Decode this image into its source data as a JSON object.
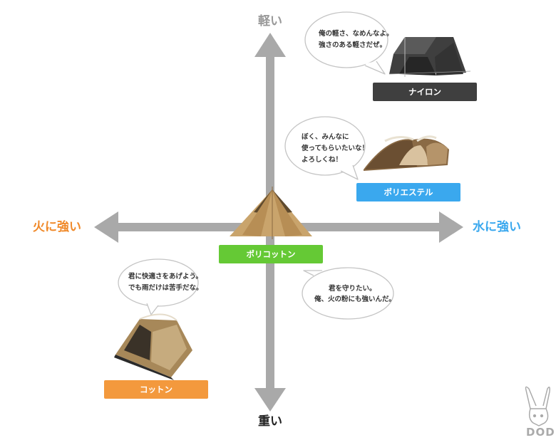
{
  "axes": {
    "light": "軽い",
    "heavy": "重い",
    "fire": "火に強い",
    "water": "水に強い"
  },
  "materials": [
    {
      "id": "nylon",
      "label": "ナイロン",
      "color": "#3f3f3f",
      "speech": [
        "俺の軽さ、なめんなよ。",
        "強さのある軽さだぜ。"
      ]
    },
    {
      "id": "polyester",
      "label": "ポリエステル",
      "color": "#3aa8ee",
      "speech": [
        "ぼく、みんなに",
        "使ってもらいたいな！",
        "よろしくね！"
      ]
    },
    {
      "id": "polycotton",
      "label": "ポリコットン",
      "color": "#65c935",
      "speech": [
        "君を守りたい。",
        "俺、火の粉にも強いんだ。"
      ]
    },
    {
      "id": "cotton",
      "label": "コットン",
      "color": "#f3993d",
      "speech": [
        "君に快適さをあげよう。",
        "でも雨だけは苦手だな。"
      ]
    }
  ],
  "colors": {
    "axis": "#a9a9a9",
    "light_label": "#999999",
    "heavy_label": "#222222",
    "fire_label": "#f08a2b",
    "water_label": "#3aa8ee"
  },
  "logo": {
    "text": "DOD"
  }
}
